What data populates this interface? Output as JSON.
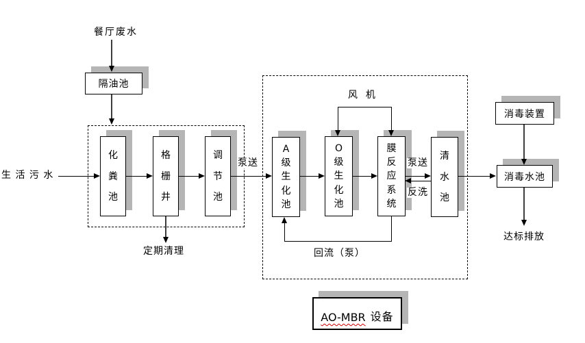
{
  "diagram": {
    "inputs": {
      "restaurant_wastewater": "餐厅废水",
      "domestic_sewage": "生 活 污 水"
    },
    "pretreatment": {
      "oil_separator": "隔油池",
      "septic_tank": "化粪池",
      "grid_well": "格栅井",
      "regulating_tank": "调节池",
      "periodic_cleaning": "定期清理",
      "pump_label": "泵送"
    },
    "aombr": {
      "fan": "风  机",
      "tank_a": "A级生化池",
      "tank_o": "O级生化池",
      "membrane_reactor": "膜反应系统",
      "clean_water_tank": "清水池",
      "pump_label": "泵送",
      "backwash_label": "反洗",
      "reflux_label": "回流（泵）",
      "equipment_name_en": "AO-MBR",
      "equipment_name_cn": "设备"
    },
    "disinfection": {
      "device": "消毒装置",
      "pool": "消毒水池",
      "discharge": "达标排放"
    }
  },
  "colors": {
    "line": "#000000",
    "connector": "#3d3d3d",
    "node_shadow": "#b5b5b5",
    "spellcheck_underline": "#cc0000",
    "background": "#ffffff"
  }
}
